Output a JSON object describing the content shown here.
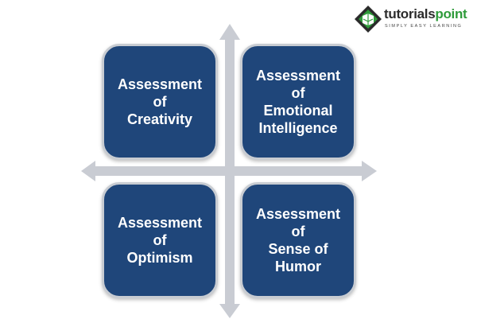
{
  "logo": {
    "brand_part1": "tutorials",
    "brand_part2": "point",
    "tagline": "SIMPLY EASY LEARNING"
  },
  "quadrants": {
    "top_left": {
      "lines": [
        "Assessment of",
        "Creativity"
      ]
    },
    "top_right": {
      "lines": [
        "Assessment of",
        "Emotional",
        "Intelligence"
      ]
    },
    "bottom_left": {
      "lines": [
        "Assessment of",
        "Optimism"
      ]
    },
    "bottom_right": {
      "lines": [
        "Assessment of",
        "Sense of",
        "Humor"
      ]
    }
  },
  "colors": {
    "box_fill": "#1f467a",
    "box_border": "#c8ccd2",
    "arrow": "#c9ccd3",
    "logo_green": "#2e9b3a",
    "logo_dark": "#2c2c2c"
  }
}
